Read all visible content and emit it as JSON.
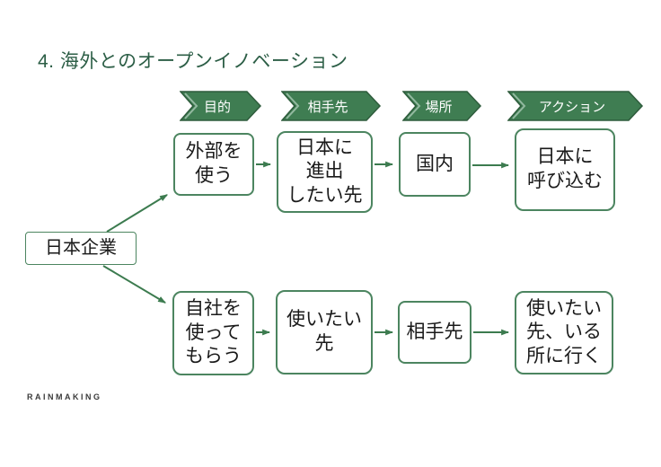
{
  "slide": {
    "title": "4. 海外とのオープンイノベーション",
    "logo": "RAINMAKING"
  },
  "process_headers": [
    {
      "label": "目的"
    },
    {
      "label": "相手先"
    },
    {
      "label": "場所"
    },
    {
      "label": "アクション"
    }
  ],
  "root_box": {
    "label": "日本企業"
  },
  "flows": [
    {
      "name": "top-flow",
      "boxes": [
        {
          "label": "外部を\n使う"
        },
        {
          "label": "日本に\n進出\nしたい先"
        },
        {
          "label": "国内"
        },
        {
          "label": "日本に\n呼び込む"
        }
      ]
    },
    {
      "name": "bottom-flow",
      "boxes": [
        {
          "label": "自社を\n使って\nもらう"
        },
        {
          "label": "使いたい\n先"
        },
        {
          "label": "相手先"
        },
        {
          "label": "使いたい\n先、いる\n所に行く"
        }
      ]
    }
  ],
  "colors": {
    "chevron_fill": "#3F7D52",
    "chevron_border": "#2E5C3C",
    "chevron_accent": "#93B9A0",
    "chevron_text": "#FFFFFF",
    "box_border": "#4C8560",
    "box_text": "#1A1A1A",
    "arrow": "#3C7B4F",
    "title_text": "#2C5E46",
    "logo_text": "#3A3A3A",
    "background": "#FFFFFF"
  }
}
